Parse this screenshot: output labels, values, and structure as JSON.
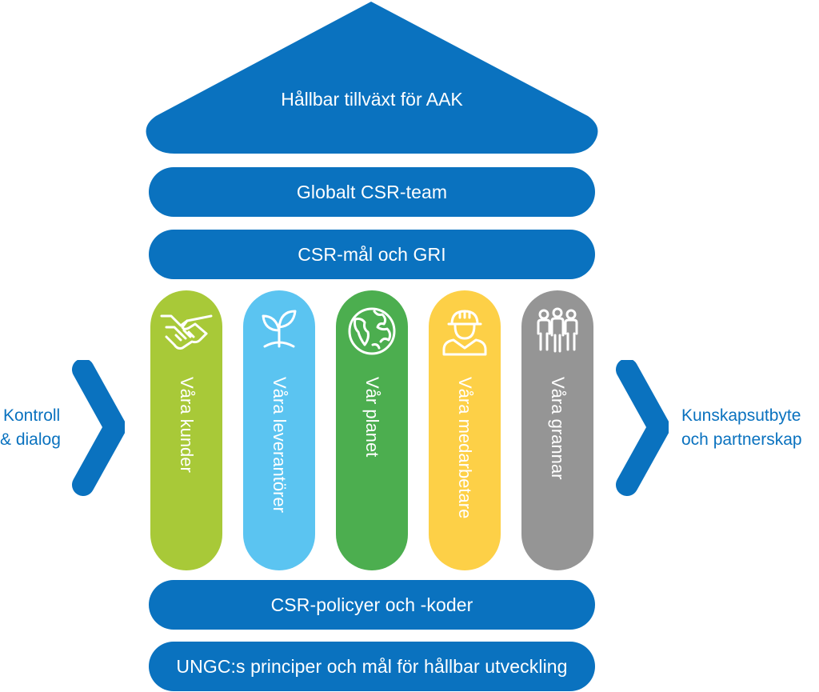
{
  "roof": {
    "title": "Hållbar tillväxt för AAK"
  },
  "bars": {
    "top1": "Globalt CSR-team",
    "top2": "CSR-mål och GRI",
    "bottom1": "CSR-policyer och -koder",
    "bottom2": "UNGC:s principer och mål för hållbar utveckling"
  },
  "pillars": [
    {
      "label": "Våra kunder",
      "color": "#a8c938",
      "icon": "handshake-icon"
    },
    {
      "label": "Våra leverantörer",
      "color": "#5bc4f1",
      "icon": "sprout-icon"
    },
    {
      "label": "Vår planet",
      "color": "#4cae4f",
      "icon": "globe-icon"
    },
    {
      "label": "Våra medarbetare",
      "color": "#fdd047",
      "icon": "worker-helmet-icon"
    },
    {
      "label": "Våra grannar",
      "color": "#959595",
      "icon": "people-group-icon"
    }
  ],
  "left_side": {
    "line1": "Kontroll",
    "line2": "& dialog"
  },
  "right_side": {
    "line1": "Kunskapsutbyte",
    "line2": "och partnerskap"
  },
  "colors": {
    "primary_blue": "#0a72bf"
  }
}
